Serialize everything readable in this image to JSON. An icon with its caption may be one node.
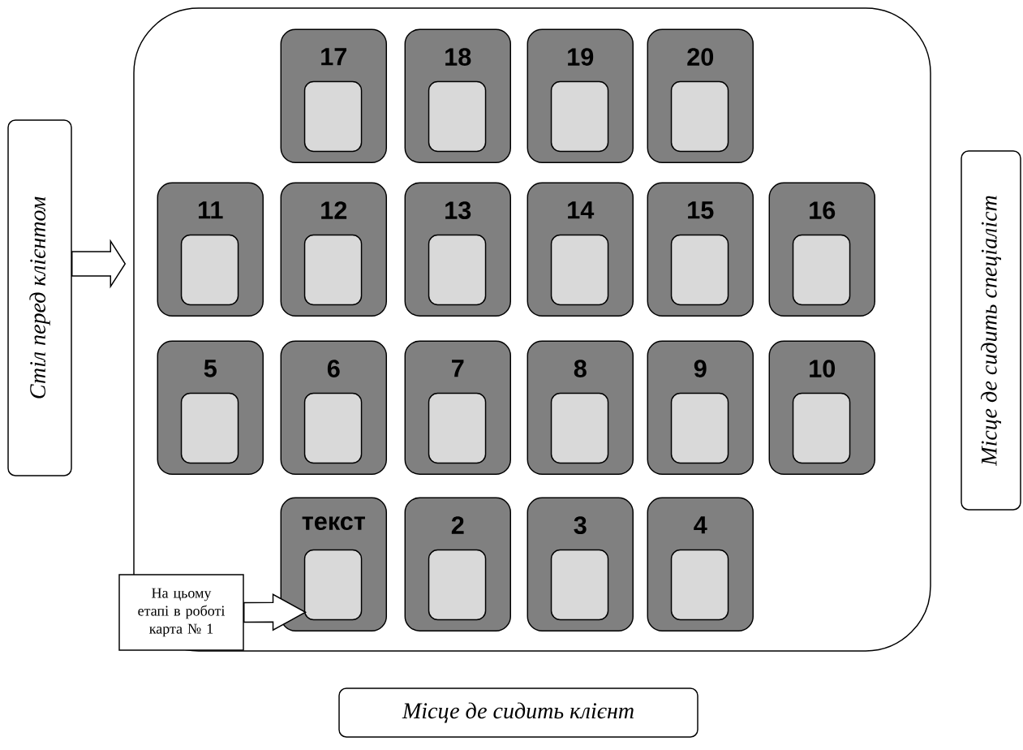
{
  "diagram": {
    "nodes": [
      {
        "text": [
          "Стіл перед клієнтом"
        ]
      },
      {
        "text": [],
        "shape": "box"
      },
      {
        "text": [
          "17"
        ],
        "in": 1
      },
      {
        "text": [
          "18"
        ],
        "in": 1
      },
      {
        "text": [
          "19"
        ],
        "in": 1
      },
      {
        "text": [
          "20"
        ],
        "in": 1
      },
      {
        "text": [
          "11"
        ],
        "in": 1
      },
      {
        "text": [
          "12"
        ],
        "in": 1
      },
      {
        "text": [
          "13"
        ],
        "in": 1
      },
      {
        "text": [
          "14"
        ],
        "in": 1
      },
      {
        "text": [
          "15"
        ],
        "in": 1
      },
      {
        "text": [
          "16"
        ],
        "in": 1
      },
      {
        "text": [
          "5"
        ],
        "in": 1
      },
      {
        "text": [
          "6"
        ],
        "in": 1
      },
      {
        "text": [
          "7"
        ],
        "in": 1
      },
      {
        "text": [
          "8"
        ],
        "in": 1
      },
      {
        "text": [
          "9"
        ],
        "in": 1
      },
      {
        "text": [
          "10"
        ],
        "in": 1
      },
      {
        "text": [
          "текст"
        ],
        "in": 1
      },
      {
        "text": [
          "2"
        ],
        "in": 1
      },
      {
        "text": [
          "3"
        ],
        "in": 1
      },
      {
        "text": [
          "4"
        ],
        "in": 1
      },
      {
        "text": [
          "Місце де сидить спеціаліст"
        ]
      },
      {
        "text": [
          "На цьому етапі в роботі карта № 1"
        ]
      },
      {
        "text": [
          "Місце де сидить клієнт"
        ]
      }
    ],
    "edges": [
      {
        "from": 0,
        "to": 1,
        "arrow": "to"
      },
      {
        "from": 23,
        "to": 18,
        "arrow": "to"
      }
    ]
  }
}
